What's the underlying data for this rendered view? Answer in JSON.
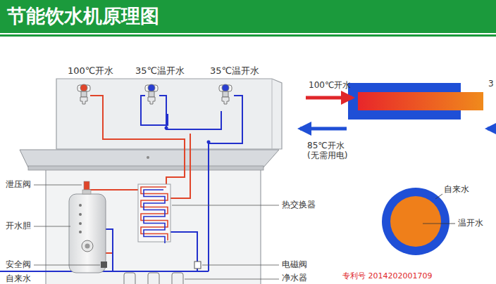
{
  "diagram": {
    "title": "节能饮水机原理图",
    "labels": [
      "100℃开水",
      "35℃温开水",
      "35℃温开水",
      "泄压阀",
      "开水胆",
      "安全阀",
      "自来水",
      "热交换器",
      "电磁阀",
      "净水器",
      "100℃开水",
      "85℃开水 (无需用电)",
      "3",
      "自来水",
      "温开水",
      "专利号 2014202001709"
    ]
  }
}
